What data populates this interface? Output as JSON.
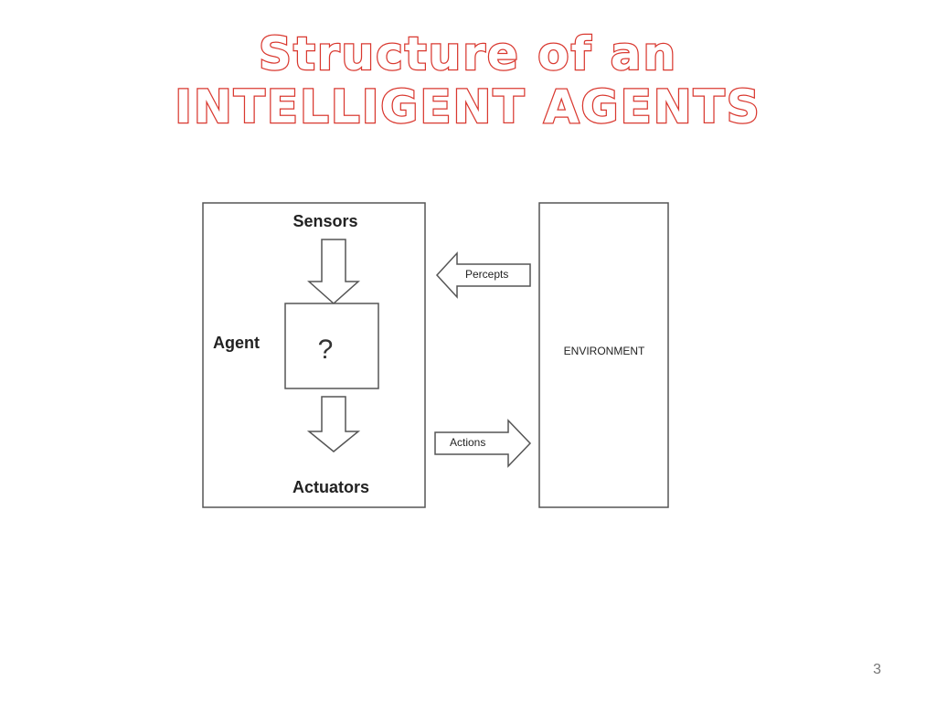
{
  "slide": {
    "title_line1": "Structure of an",
    "title_line2": "INTELLIGENT AGENTS",
    "page_number": "3"
  },
  "diagram": {
    "agent_label": "Agent",
    "sensors_label": "Sensors",
    "actuators_label": "Actuators",
    "program_symbol": "?",
    "percepts_label": "Percepts",
    "actions_label": "Actions",
    "environment_label": "ENVIRONMENT"
  },
  "colors": {
    "title_outline": "#d9382f",
    "diagram_stroke": "#555555",
    "diagram_text": "#222222"
  }
}
